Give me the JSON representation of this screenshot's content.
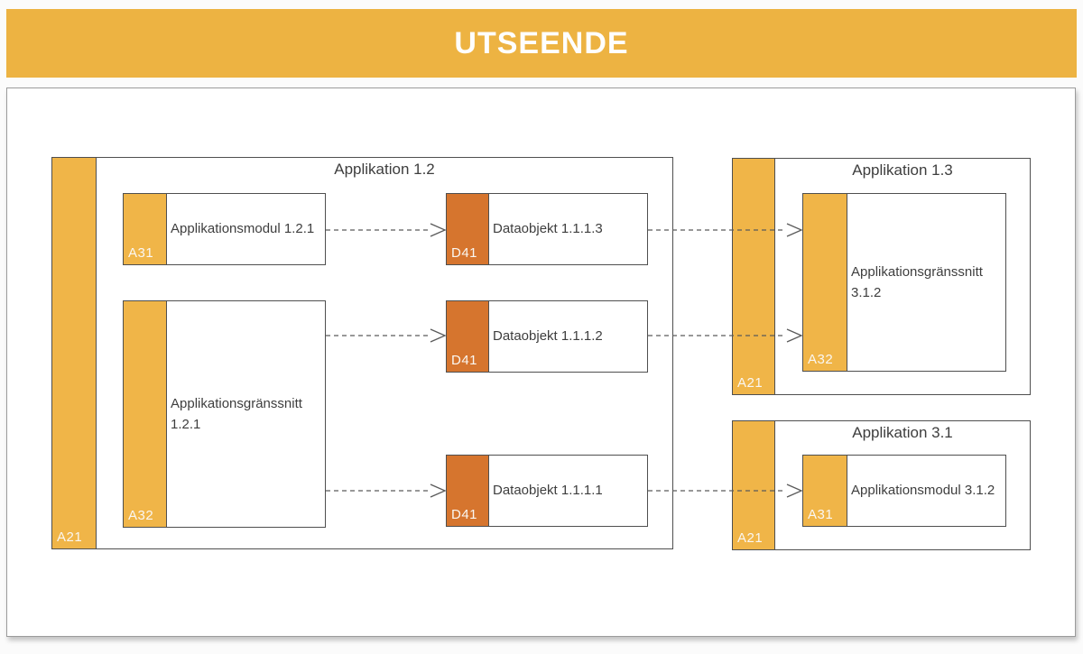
{
  "banner": {
    "title": "UTSEENDE"
  },
  "colors": {
    "banner_orange": "#EDB342",
    "bar_orange": "#F0B548",
    "data_orange": "#D6752E",
    "node_border": "#4F4F4F",
    "line_gray": "#5A5A5A",
    "text_dark": "#3E3E3E",
    "tag_text": "#FAF7F2"
  },
  "diagram": {
    "app12": {
      "title": "Applikation 1.2",
      "tag": "A21"
    },
    "module121": {
      "label": "Applikationsmodul 1.2.1",
      "tag": "A31"
    },
    "interface121": {
      "label": "Applikationsgränssnitt 1.2.1",
      "tag": "A32"
    },
    "data3": {
      "label": "Dataobjekt 1.1.1.3",
      "tag": "D41"
    },
    "data2": {
      "label": "Dataobjekt 1.1.1.2",
      "tag": "D41"
    },
    "data1": {
      "label": "Dataobjekt 1.1.1.1",
      "tag": "D41"
    },
    "app13": {
      "title": "Applikation 1.3",
      "tag": "A21"
    },
    "interface312": {
      "label": "Applikationsgränssnitt 3.1.2",
      "tag": "A32"
    },
    "app31": {
      "title": "Applikation 3.1",
      "tag": "A21"
    },
    "module312": {
      "label": "Applikationsmodul 3.1.2",
      "tag": "A31"
    }
  }
}
